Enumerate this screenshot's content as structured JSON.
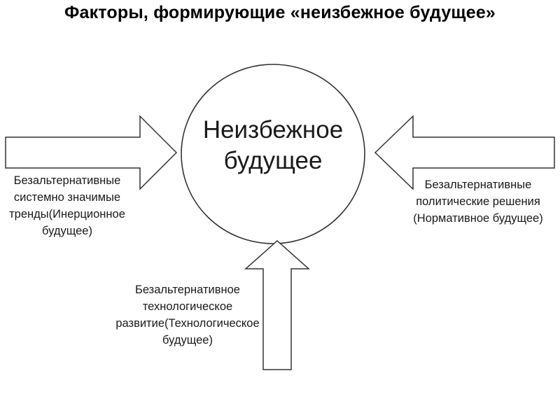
{
  "title": "Факторы, формирующие «неизбежное будущее»",
  "center": {
    "line1": "Неизбежное",
    "line2": "будущее"
  },
  "left_factor": {
    "lines": [
      "Безальтернативные",
      "системно значимые",
      "тренды(Инерционное",
      "будущее)"
    ]
  },
  "right_factor": {
    "lines": [
      "Безальтернативные",
      "политические решения",
      "(Нормативное будущее)"
    ]
  },
  "bottom_factor": {
    "lines": [
      "Безальтернативное",
      "технологическое",
      "развитие(Технологическое",
      "будущее)"
    ]
  }
}
